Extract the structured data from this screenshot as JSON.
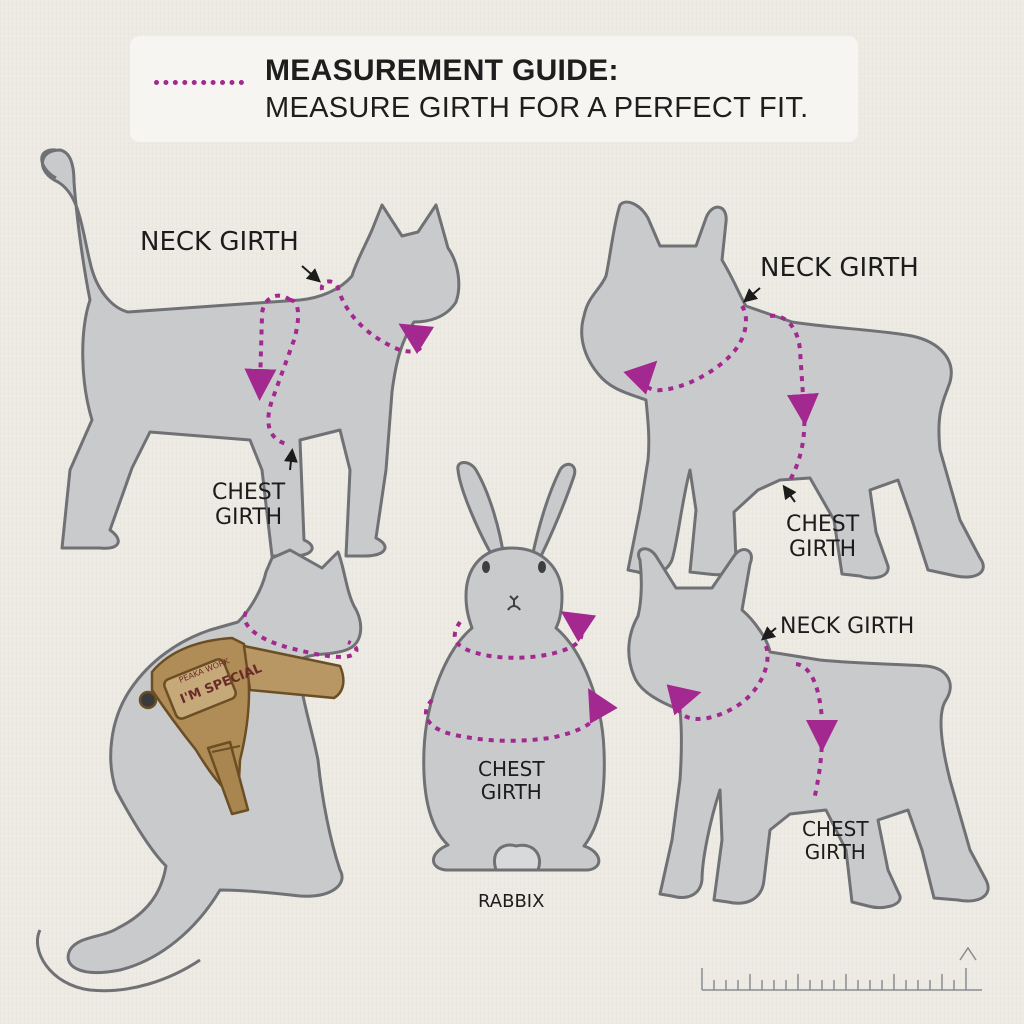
{
  "legend": {
    "title": "MEASUREMENT GUIDE:",
    "subtitle": "MEASURE GIRTH FOR A PERFECT FIT."
  },
  "labels": {
    "neck_girth": "NECK GIRTH",
    "chest": "CHEST",
    "girth": "GIRTH",
    "chest_girth": "CHEST GIRTH",
    "rabbit_name": "RABBIX"
  },
  "harness_patch": {
    "line1": "PEAKA WORK",
    "line2": "I'M SPECIAL"
  },
  "colors": {
    "background": "#eeebe4",
    "silhouette_fill": "#c9cacc",
    "silhouette_outline": "#6f7175",
    "measure_line": "#a3288f",
    "harness": "#b08d57"
  },
  "animals": [
    {
      "kind": "cat-standing",
      "icon": "cat-icon"
    },
    {
      "kind": "french-bulldog-standing",
      "icon": "dog-icon"
    },
    {
      "kind": "rabbit-sitting",
      "icon": "rabbit-icon"
    },
    {
      "kind": "cat-sitting-harness",
      "icon": "cat-icon"
    },
    {
      "kind": "french-bulldog-front",
      "icon": "dog-icon"
    }
  ]
}
